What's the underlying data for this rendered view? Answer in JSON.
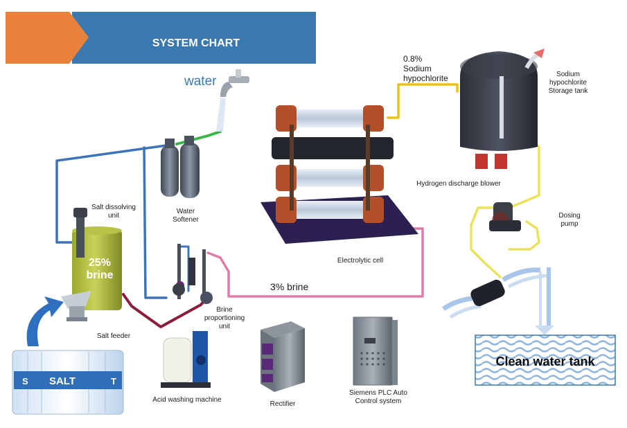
{
  "header": {
    "title": "SYSTEM CHART",
    "arrow_color": "#e8813a",
    "bar_color": "#3a78b0"
  },
  "labels": {
    "water": "water",
    "salt_dissolving_1": "Salt dissolving",
    "salt_dissolving_2": "unit",
    "water_softener_1": "Water",
    "water_softener_2": "Softener",
    "brine25_1": "25%",
    "brine25_2": "brine",
    "salt_feeder": "Salt feeder",
    "salt_bag": "SALT",
    "salt_bag_edge": "S",
    "salt_bag_t": "T",
    "acid_washing": "Acid washing machine",
    "brine_prop_1": "Brine",
    "brine_prop_2": "proportioning",
    "brine_prop_3": "unit",
    "brine3": "3% brine",
    "rectifier": "Rectifier",
    "plc_1": "Siemens PLC Auto",
    "plc_2": "Control system",
    "electrolytic_cell": "Electrolytic cell",
    "naocl_1": "0.8%",
    "naocl_2": "Sodium",
    "naocl_3": "hypochlorite",
    "storage_1": "Sodium",
    "storage_2": "hypochlorite",
    "storage_3": "Storage tank",
    "h2_blower": "Hydrogen discharge blower",
    "dosing_1": "Dosing",
    "dosing_2": "pump",
    "clean_tank": "Clean water tank"
  },
  "colors": {
    "water_line": "#3b74b8",
    "softened_line": "#3ab54a",
    "brine_line": "#8b1d3a",
    "dilute_brine_line": "#e07ba8",
    "naocl_line": "#e7c21c",
    "dosing_line": "#e9e25a"
  }
}
